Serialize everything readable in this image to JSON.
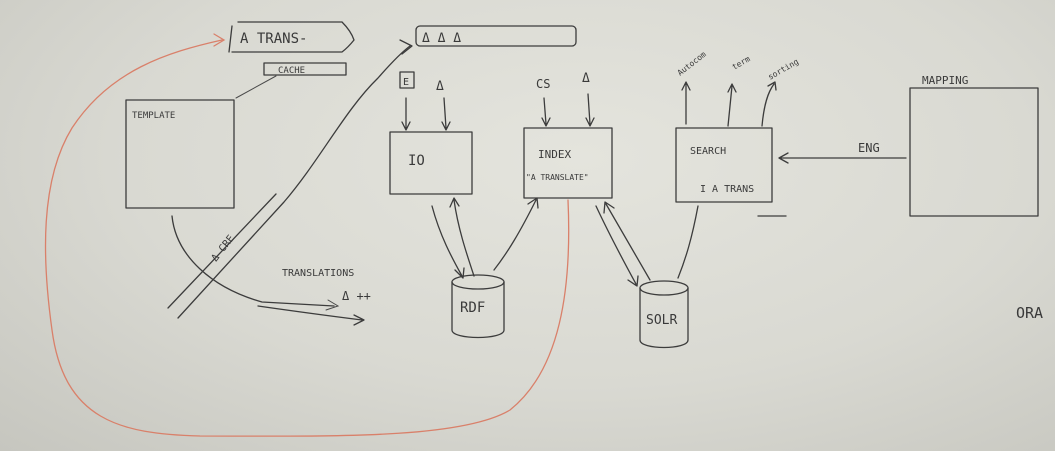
{
  "diagram": {
    "label_a_trans": "A TRANS-",
    "label_cache": "CACHE",
    "label_template": "TEMPLATE",
    "label_triangles": "Δ Δ Δ",
    "label_e_input": "E",
    "label_delta_input": "Δ",
    "label_io": "IO",
    "label_cs": "CS",
    "label_delta_index": "Δ",
    "label_index": "INDEX",
    "label_index_sub": "\"A TRANSLATE\"",
    "label_out_1": "Autocom",
    "label_out_2": "term",
    "label_out_3": "sorting",
    "label_search": "SEARCH",
    "label_search_sub": "I A TRANS",
    "label_eng": "ENG",
    "label_mapping": "MAPPING",
    "label_rdf": "RDF",
    "label_solr": "SOLR",
    "label_delta_create": "Δ CRE",
    "label_translations": "TRANSLATIONS",
    "label_delta_plus": "Δ ++",
    "label_cut_off": "ORA"
  }
}
